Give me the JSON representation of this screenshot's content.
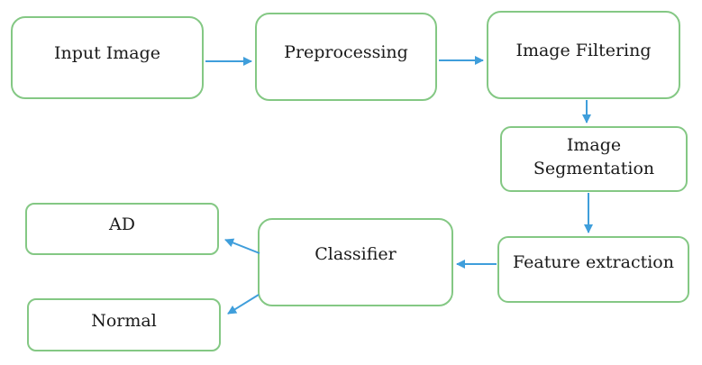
{
  "diagram": {
    "type": "flowchart",
    "description": "Image classification pipeline flowchart",
    "nodes": [
      {
        "id": "input-image",
        "label": "Input Image"
      },
      {
        "id": "preprocessing",
        "label": "Preprocessing"
      },
      {
        "id": "image-filtering",
        "label": "Image Filtering"
      },
      {
        "id": "image-segmentation",
        "label": "Image Segmentation"
      },
      {
        "id": "feature-extraction",
        "label": "Feature extraction"
      },
      {
        "id": "classifier",
        "label": "Classifier"
      },
      {
        "id": "ad",
        "label": "AD"
      },
      {
        "id": "normal",
        "label": "Normal"
      }
    ],
    "edges": [
      {
        "from": "input-image",
        "to": "preprocessing"
      },
      {
        "from": "preprocessing",
        "to": "image-filtering"
      },
      {
        "from": "image-filtering",
        "to": "image-segmentation"
      },
      {
        "from": "image-segmentation",
        "to": "feature-extraction"
      },
      {
        "from": "feature-extraction",
        "to": "classifier"
      },
      {
        "from": "classifier",
        "to": "ad"
      },
      {
        "from": "classifier",
        "to": "normal"
      }
    ],
    "colors": {
      "node_border": "#84c884",
      "node_fill": "#ffffff",
      "arrow": "#3f9edb",
      "text": "#1a1a1a",
      "background": "#ffffff"
    }
  }
}
